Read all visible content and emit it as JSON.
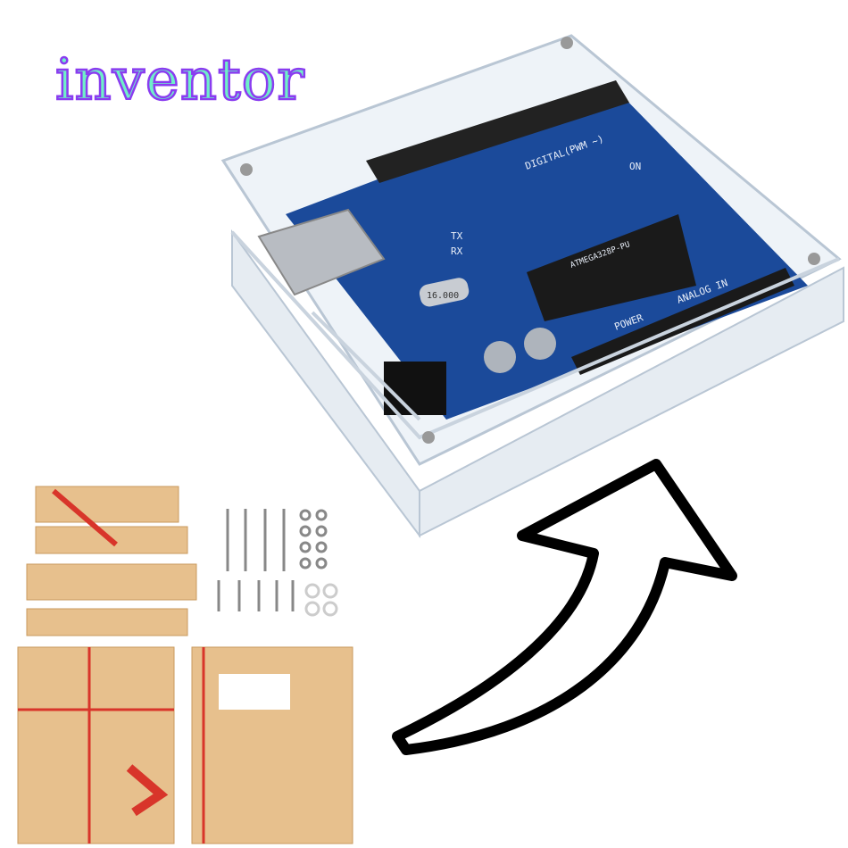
{
  "logo": {
    "text": "inventor"
  },
  "board": {
    "labels": {
      "digital": "DIGITAL(PWM ~)",
      "analog": "ANALOG IN",
      "power": "POWER",
      "on": "ON",
      "tx": "TX",
      "rx": "RX",
      "crystal": "16.000",
      "chip": "ATMEGA328P-PU"
    }
  },
  "colors": {
    "board": "#1b4a9a",
    "acrylic_sheet": "#e7c08d",
    "protective_film": "#d8352a",
    "logo_fill": "#6ff0c8",
    "logo_outline": "#8a3cf0",
    "arrow": "#000000"
  }
}
